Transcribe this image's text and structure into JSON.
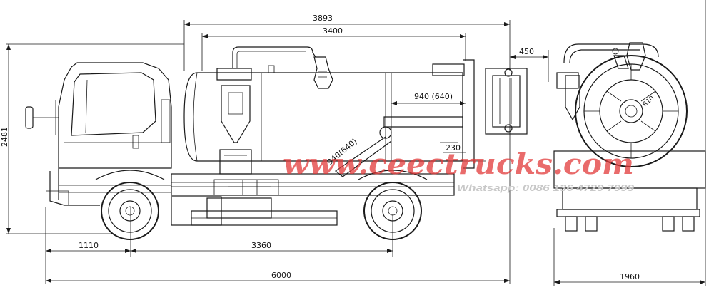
{
  "dimensions": {
    "overall_tank_length": "3893",
    "tank_body_length": "3400",
    "rear_overhang": "450",
    "hinge_offset": "940 (640)",
    "angled_offset": "940(640)",
    "small_offset": "230",
    "front_overhang": "1110",
    "wheelbase": "3360",
    "overall_length": "6000",
    "overall_height": "2481",
    "overall_width": "1960",
    "radius_label": "R10"
  },
  "watermark": {
    "website": "www.ceectrucks.com",
    "whatsapp": "Whatsapp: 0086 136 4729 7999"
  },
  "colors": {
    "line": "#1a1a1a",
    "watermark_red": "#e23a3a",
    "watermark_grey": "#c8c8c8"
  }
}
